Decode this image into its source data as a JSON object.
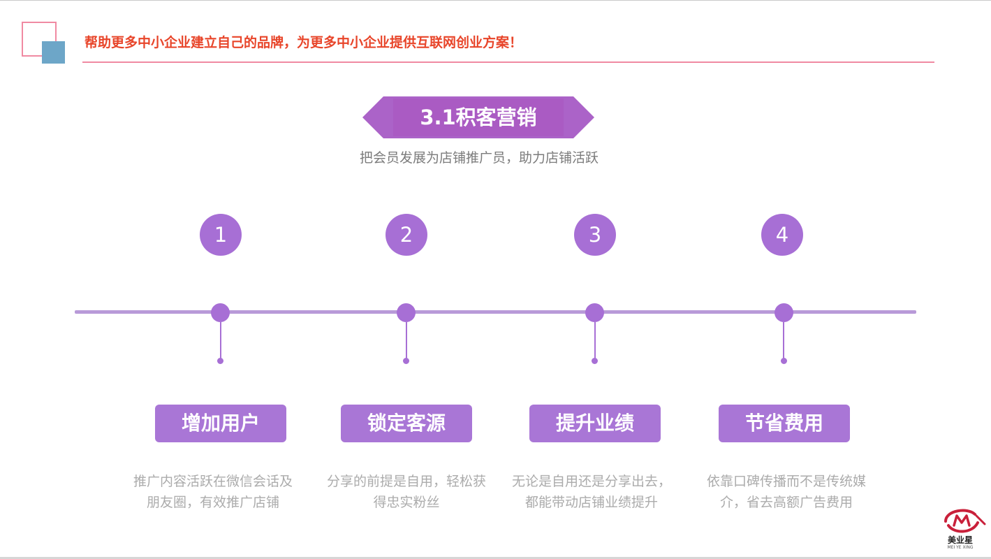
{
  "header": {
    "slogan": "帮助更多中小企业建立自己的品牌，为更多中小企业提供互联网创业方案！"
  },
  "section": {
    "title": "3.1积客营销",
    "subtitle": "把会员发展为店铺推广员，助力店铺活跃"
  },
  "steps": [
    {
      "number": "1",
      "label": "增加用户",
      "desc_lines": [
        "推广内容活跃在微信会话及",
        "朋友圈，有效推广店铺"
      ]
    },
    {
      "number": "2",
      "label": "锁定客源",
      "desc_lines": [
        "分享的前提是自用，轻松获",
        "得忠实粉丝"
      ]
    },
    {
      "number": "3",
      "label": "提升业绩",
      "desc_lines": [
        "无论是自用还是分享出去，",
        "都能带动店铺业绩提升"
      ]
    },
    {
      "number": "4",
      "label": "节省费用",
      "desc_lines": [
        "依靠口碑传播而不是传统媒",
        "介，省去高额广告费用"
      ]
    }
  ],
  "logo": {
    "name_cn": "美业星",
    "name_en": "MEI YE XING"
  },
  "colors": {
    "accent_purple": "#a76fd5",
    "slogan_red": "#e8452a",
    "rule_pink": "#f08aa2",
    "deco_blue": "#6da6c8",
    "desc_gray": "#ababab"
  }
}
